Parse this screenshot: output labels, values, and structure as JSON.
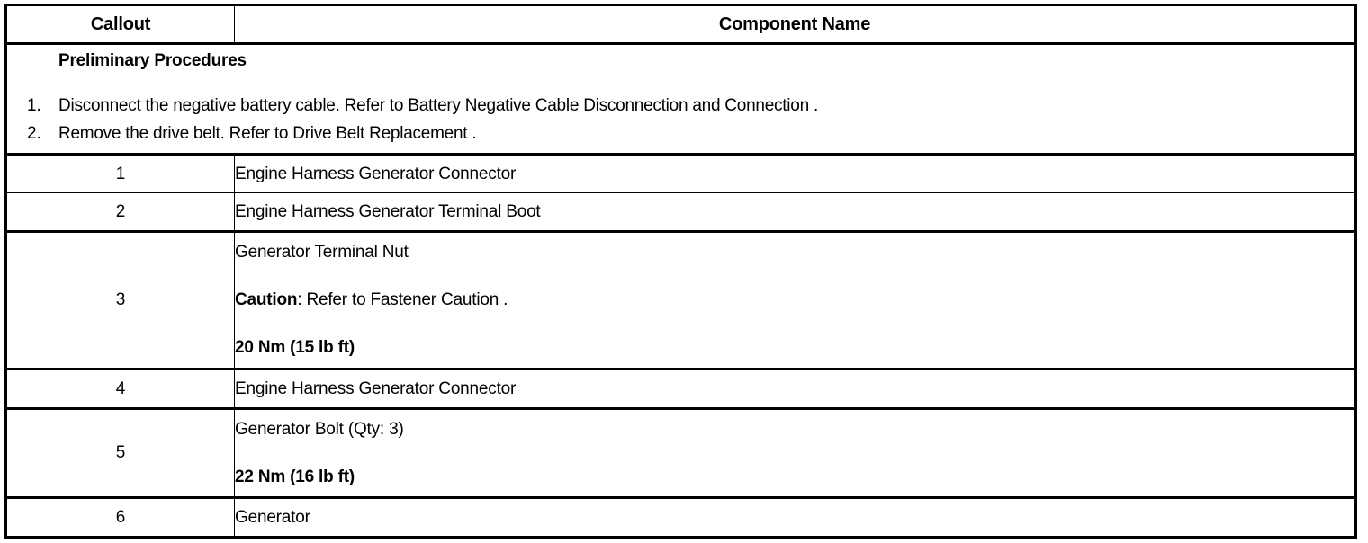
{
  "table": {
    "headers": {
      "callout": "Callout",
      "component_name": "Component Name"
    },
    "preliminary": {
      "title": "Preliminary Procedures",
      "steps": [
        {
          "num": "1.",
          "text": "Disconnect the negative battery cable. Refer to Battery Negative Cable Disconnection and Connection ."
        },
        {
          "num": "2.",
          "text": "Remove the drive belt. Refer to Drive Belt Replacement ."
        }
      ]
    },
    "rows": [
      {
        "callout": "1",
        "lines": [
          {
            "text": "Engine Harness Generator Connector",
            "bold": false
          }
        ]
      },
      {
        "callout": "2",
        "lines": [
          {
            "text": "Engine Harness Generator Terminal Boot",
            "bold": false
          }
        ]
      },
      {
        "callout": "3",
        "lines": [
          {
            "text": "Generator Terminal Nut",
            "bold": false
          },
          {
            "label": "Caution",
            "text": ": Refer to Fastener Caution .",
            "bold": false
          },
          {
            "text": "20 Nm (15 lb ft)",
            "bold": true
          }
        ]
      },
      {
        "callout": "4",
        "lines": [
          {
            "text": "Engine Harness Generator Connector",
            "bold": false
          }
        ]
      },
      {
        "callout": "5",
        "lines": [
          {
            "text": "Generator Bolt (Qty: 3)",
            "bold": false
          },
          {
            "text": "22 Nm (16 lb ft)",
            "bold": true
          }
        ]
      },
      {
        "callout": "6",
        "lines": [
          {
            "text": "Generator",
            "bold": false
          }
        ]
      }
    ]
  },
  "colors": {
    "border": "#000000",
    "text": "#000000",
    "background": "#ffffff"
  }
}
